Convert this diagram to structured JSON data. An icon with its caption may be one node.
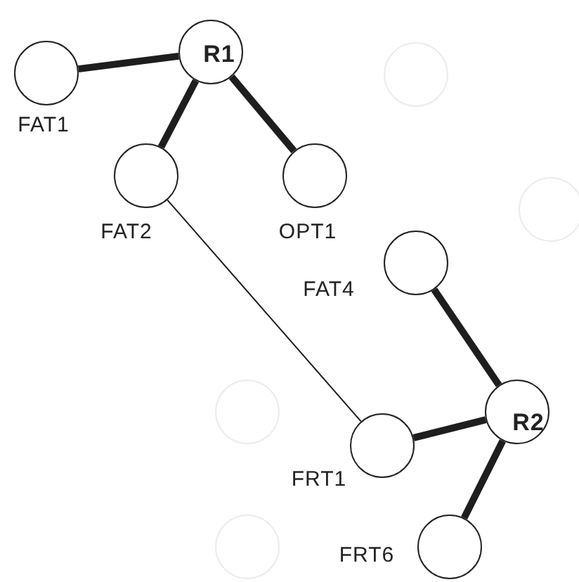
{
  "diagram": {
    "nodes": [
      {
        "text": [
          "R1"
        ]
      },
      {
        "text": [
          "FAT1"
        ]
      },
      {
        "text": [],
        "shape": "circle"
      },
      {
        "text": [
          "FAT2"
        ]
      },
      {
        "text": [
          "OPT1"
        ]
      },
      {
        "text": [],
        "shape": "circle"
      },
      {
        "text": [
          "FAT4"
        ]
      },
      {
        "text": [
          "R2"
        ]
      },
      {
        "text": [],
        "shape": "circle"
      },
      {
        "text": [
          "FRT1"
        ]
      },
      {
        "text": [
          "FRT6"
        ]
      },
      {
        "text": [],
        "shape": "circle"
      }
    ],
    "edges": [
      {
        "from": 0,
        "to": 1,
        "arrow": "none"
      },
      {
        "from": 0,
        "to": 3,
        "arrow": "none"
      },
      {
        "from": 0,
        "to": 4,
        "arrow": "none"
      },
      {
        "from": 3,
        "to": 9,
        "arrow": "none"
      },
      {
        "from": 6,
        "to": 7,
        "arrow": "none"
      },
      {
        "from": 9,
        "to": 7,
        "arrow": "none"
      },
      {
        "from": 10,
        "to": 7,
        "arrow": "none"
      }
    ]
  }
}
